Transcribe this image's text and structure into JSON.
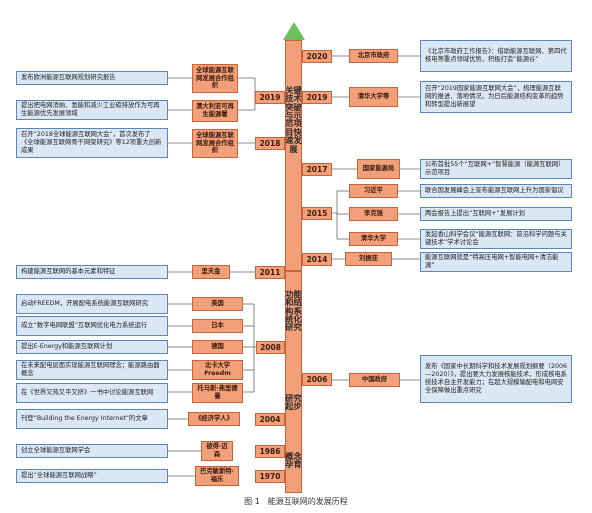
{
  "spine": {
    "stage1_label": "关键技术突破与示范项目快速发展",
    "stage2_label": "功能和结构系统化研究",
    "stage3_label": "研究起步",
    "stage4_label": "概念孕育"
  },
  "years": {
    "y2020": "2020",
    "y2019_left": "2019",
    "y2019_right": "2019",
    "y2018": "2018",
    "y2017": "2017",
    "y2015": "2015",
    "y2014": "2014",
    "y2011": "2011",
    "y2008": "2008",
    "y2006": "2006",
    "y2004": "2004",
    "y1986": "1986",
    "y1970": "1970"
  },
  "left": {
    "org_geidco_1": "全球能源互联网发展合作组织",
    "org_aus": "澳大利亚可再生能源署",
    "org_geidco_2": "全球能源互联网发展合作组织",
    "org_rifkin": "里夫金",
    "org_usa": "美国",
    "org_japan": "日本",
    "org_germany": "德国",
    "org_ncsu": "北卡大学Freedm",
    "org_friedman": "托马斯·弗里德曼",
    "org_economist": "《经济学人》",
    "org_weiss": "彼得·迈森",
    "org_fuller": "巴克敏斯特·福乐",
    "ev_2019_report": "发布欧洲能源互联网规划研究报告",
    "ev_2019_aus": "提出把电网消纳、氢能和减少工业碳排放作为可再生能源优先发展领域",
    "ev_2018": "召开“2018全球能源互联网大会”，首次发布了《全球能源互联网骨干网架研究》等12项重大创新成果",
    "ev_2011": "构建能源互联网的基本元素和特征",
    "ev_usa": "启动FREEDM，开展配电系统能源互联网研究",
    "ev_japan": "成立“数字电网联盟”互联网优化电力系统运行",
    "ev_germany": "提出E-Energy和能源互联网计划",
    "ev_ncsu": "在未来配电层面实现能源互联网理念；能源路由器概念",
    "ev_friedman": "在《世界又热又平又挤》一书中讨论能源互联网",
    "ev_2004": "刊登“Building the Energy Internet”的文章",
    "ev_1986": "创立全球能源互联网学会",
    "ev_1970": "提出“全球能源互联网战略”"
  },
  "right": {
    "org_beijing": "北京市政府",
    "org_tsinghua_1": "清华大学等",
    "org_nea": "国家能源局",
    "org_xi": "习近平",
    "org_li": "李克强",
    "org_tsinghua_2": "清华大学",
    "org_liu": "刘振亚",
    "org_gov": "中国政府",
    "ev_2020": "《北京市政府工作报告》：借助能源互联网、第四代核电等重点领域优势，积极打造“能源谷”",
    "ev_2019": "召开“2019国家能源互联网大会”，梳理能源互联网的推进、落地情况，为日后能源结构变革的趋势和转型提出新展望",
    "ev_2017": "公布首批55个“互联网+”智慧能源（能源互联网）示范项目",
    "ev_xi": "联合国发展峰会上宣布能源互联网上升为国家倡议",
    "ev_li": "两会报告上提出“互联网+”发展计划",
    "ev_tsinghua": "发起香山科学会议“能源互联网：前沿科学问题与关键技术”学术讨论会",
    "ev_2014": "能源互联网就是“特高压电网+智能电网+清洁能源”",
    "ev_2006": "发布《国家中长期科学和技术发展规划纲要（2006—2020）》，提出要大力发展核能技术，形成核电系统技术自主开发能力；在超大规模输配电和电网安全保障做出重点研究"
  },
  "caption": "图 1　能源互联网的发展历程"
}
